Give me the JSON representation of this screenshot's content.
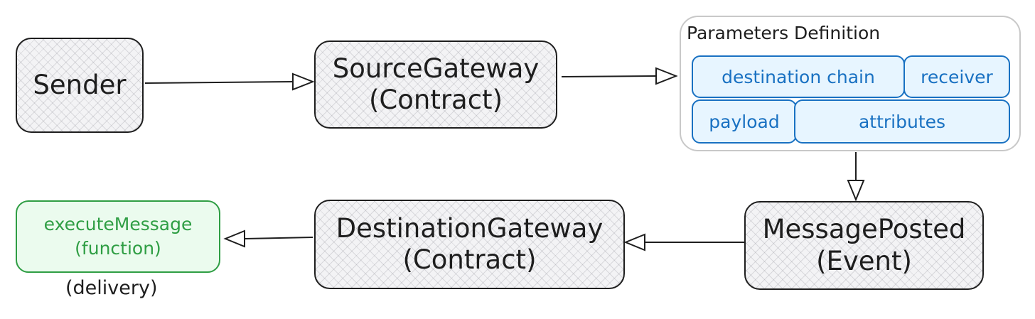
{
  "nodes": {
    "sender": {
      "label": "Sender"
    },
    "source_gateway": {
      "line1": "SourceGateway",
      "line2": "(Contract)"
    },
    "destination_gateway": {
      "line1": "DestinationGateway",
      "line2": "(Contract)"
    },
    "message_posted": {
      "line1": "MessagePosted",
      "line2": "(Event)"
    },
    "execute_message": {
      "line1": "executeMessage",
      "line2": "(function)",
      "caption": "(delivery)"
    }
  },
  "parameters": {
    "title": "Parameters Definition",
    "items": [
      "destination chain",
      "receiver",
      "payload",
      "attributes"
    ]
  },
  "colors": {
    "stroke": "#1e1e1e",
    "node_fill": "#f3f3f5",
    "param_stroke": "#1971c2",
    "param_fill": "#e7f5ff",
    "function_stroke": "#2f9e44",
    "function_fill": "#ebfbee",
    "frame_stroke": "#c8c8c8"
  }
}
